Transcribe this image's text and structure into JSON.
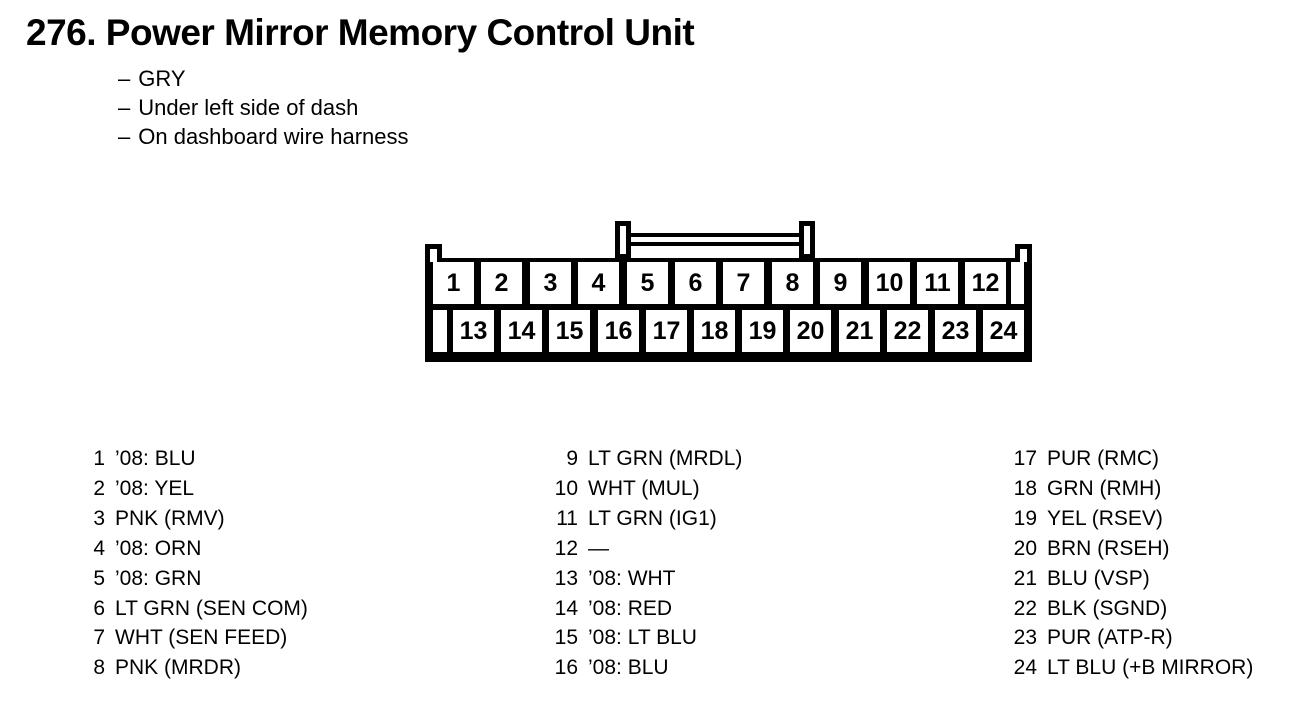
{
  "header": {
    "title": "276. Power Mirror Memory Control Unit",
    "bullet_char": "–",
    "notes": [
      "GRY",
      "Under left side of dash",
      "On dashboard wire harness"
    ]
  },
  "connector": {
    "top_row_pins": [
      "1",
      "2",
      "3",
      "4",
      "5",
      "6",
      "7",
      "8",
      "9",
      "10",
      "11",
      "12"
    ],
    "bottom_row_pins": [
      "13",
      "14",
      "15",
      "16",
      "17",
      "18",
      "19",
      "20",
      "21",
      "22",
      "23",
      "24"
    ]
  },
  "pin_list": {
    "columns": [
      {
        "rows": [
          {
            "pin": "1",
            "desc": "’08: BLU"
          },
          {
            "pin": "2",
            "desc": "’08: YEL"
          },
          {
            "pin": "3",
            "desc": "PNK (RMV)"
          },
          {
            "pin": "4",
            "desc": "’08: ORN"
          },
          {
            "pin": "5",
            "desc": "’08: GRN"
          },
          {
            "pin": "6",
            "desc": "LT GRN (SEN COM)"
          },
          {
            "pin": "7",
            "desc": "WHT (SEN FEED)"
          },
          {
            "pin": "8",
            "desc": "PNK (MRDR)"
          }
        ]
      },
      {
        "rows": [
          {
            "pin": "9",
            "desc": "LT GRN (MRDL)"
          },
          {
            "pin": "10",
            "desc": "WHT (MUL)"
          },
          {
            "pin": "11",
            "desc": "LT GRN (IG1)"
          },
          {
            "pin": "12",
            "desc": "—"
          },
          {
            "pin": "13",
            "desc": "’08: WHT"
          },
          {
            "pin": "14",
            "desc": "’08: RED"
          },
          {
            "pin": "15",
            "desc": "’08: LT BLU"
          },
          {
            "pin": "16",
            "desc": "’08: BLU"
          }
        ]
      },
      {
        "rows": [
          {
            "pin": "17",
            "desc": "PUR (RMC)"
          },
          {
            "pin": "18",
            "desc": "GRN (RMH)"
          },
          {
            "pin": "19",
            "desc": "YEL (RSEV)"
          },
          {
            "pin": "20",
            "desc": "BRN (RSEH)"
          },
          {
            "pin": "21",
            "desc": "BLU (VSP)"
          },
          {
            "pin": "22",
            "desc": "BLK (SGND)"
          },
          {
            "pin": "23",
            "desc": "PUR (ATP-R)"
          },
          {
            "pin": "24",
            "desc": "LT BLU (+B MIRROR)"
          }
        ]
      }
    ]
  },
  "colors": {
    "ink": "#000000",
    "paper": "#ffffff"
  }
}
